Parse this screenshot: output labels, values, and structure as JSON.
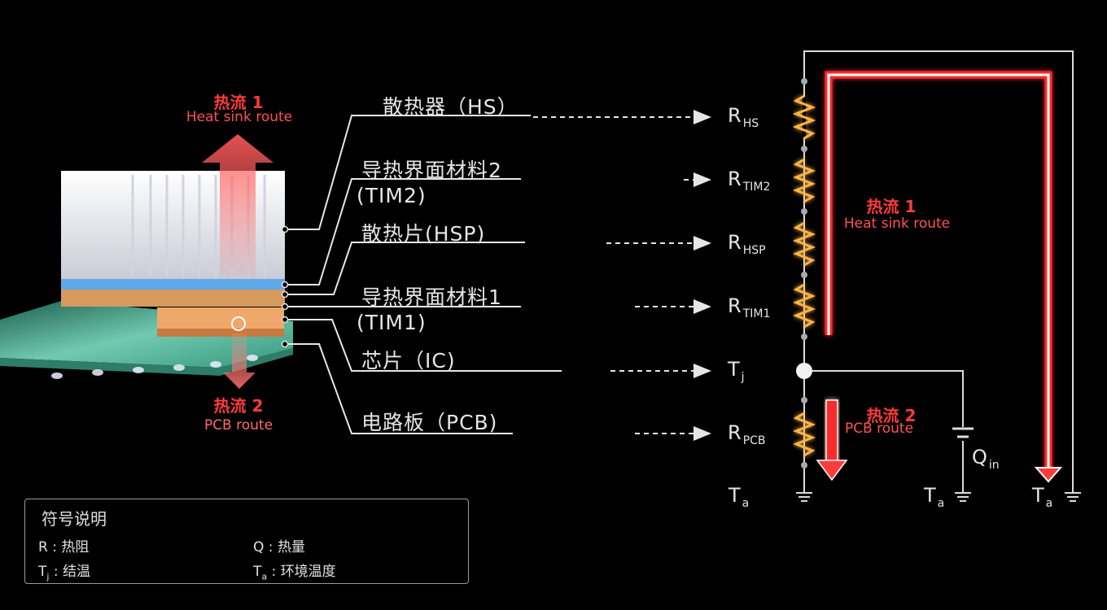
{
  "left_diagram": {
    "flow1": {
      "title": "热流 1",
      "subtitle": "Heat sink route"
    },
    "flow2": {
      "title": "热流 2",
      "subtitle": "PCB route"
    }
  },
  "layers": [
    {
      "label": "散热器（HS）",
      "symbol": "R",
      "sub": "HS"
    },
    {
      "label": "导热界面材料2",
      "label2": "(TIM2)",
      "symbol": "R",
      "sub": "TIM2"
    },
    {
      "label": "散热片(HSP)",
      "symbol": "R",
      "sub": "HSP"
    },
    {
      "label": "导热界面材料1",
      "label2": "(TIM1)",
      "symbol": "R",
      "sub": "TIM1"
    },
    {
      "label": "芯片（IC)",
      "symbol": "T",
      "sub": "j"
    },
    {
      "label": "电路板（PCB)",
      "symbol": "R",
      "sub": "PCB"
    }
  ],
  "circuit": {
    "flow1": {
      "title": "热流 1",
      "subtitle": "Heat sink route"
    },
    "flow2": {
      "title": "热流 2",
      "subtitle": "PCB route"
    },
    "ta_left": {
      "symbol": "T",
      "sub": "a"
    },
    "ta_mid": {
      "symbol": "T",
      "sub": "a"
    },
    "ta_right": {
      "symbol": "T",
      "sub": "a"
    },
    "qin": {
      "symbol": "Q",
      "sub": "in"
    }
  },
  "legend": {
    "title": "符号说明",
    "r_key": "R",
    "r_desc": "热阻",
    "q_key": "Q",
    "q_desc": "热量",
    "tj_key": "T",
    "tj_sub": "j",
    "tj_desc": "结温",
    "ta_key": "T",
    "ta_sub": "a",
    "ta_desc": "环境温度"
  },
  "colors": {
    "accent_red": "#ff3b3b",
    "resistor": "#ffb347",
    "line": "#dcdcdc"
  }
}
